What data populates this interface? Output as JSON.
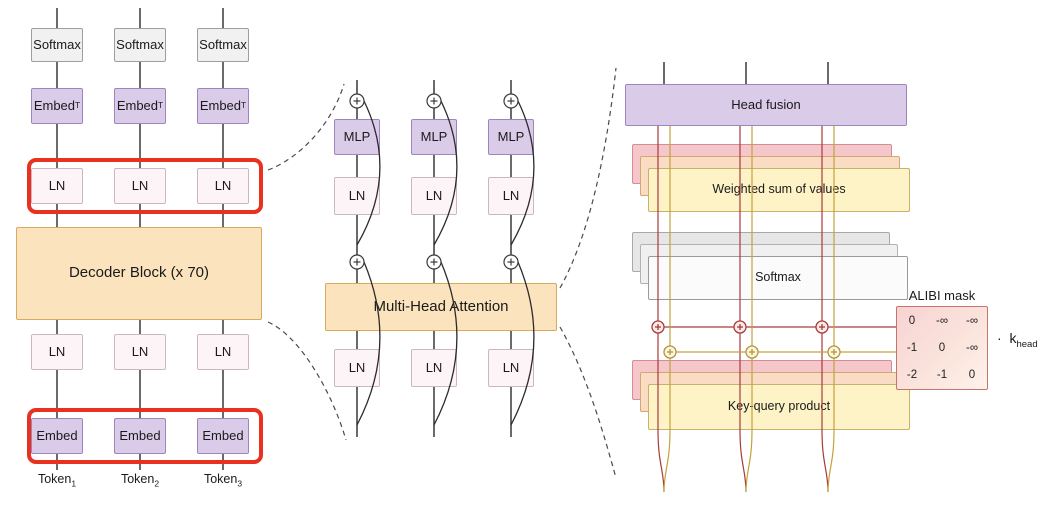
{
  "labels": {
    "softmax": "Softmax",
    "embed": "Embed",
    "transpose_sup": "T",
    "ln": "LN",
    "decoder_block": "Decoder Block (x 70)",
    "mlp": "MLP",
    "mha": "Multi-Head Attention"
  },
  "tokens": [
    {
      "base": "Token",
      "sub": "1"
    },
    {
      "base": "Token",
      "sub": "2"
    },
    {
      "base": "Token",
      "sub": "3"
    }
  ],
  "right": {
    "head_fusion": "Head fusion",
    "weighted_sum": "Weighted sum of values",
    "softmax": "Softmax",
    "key_query": "Key-query product",
    "alibi_label": "ALIBI mask",
    "matrix": [
      [
        "0",
        "-∞",
        "-∞"
      ],
      [
        "-1",
        "0",
        "-∞"
      ],
      [
        "-2",
        "-1",
        "0"
      ]
    ],
    "k_prefix": "·",
    "k_base": "k",
    "k_sub": "head"
  },
  "colors": {
    "highlight_red": "#e8321f",
    "purple": "#dacbe9",
    "orange": "#fbe4bd",
    "yellow": "#fdf3c6",
    "pink_layer": "#f5c7ca",
    "salmon_layer": "#f9dcc3",
    "gray": "#f1f1f1",
    "line": "#2b2b2b",
    "query_line_red": "#a93a3a",
    "key_line_yellow": "#c3a23b"
  },
  "icons": {
    "add_icon": "plus-in-circle"
  }
}
